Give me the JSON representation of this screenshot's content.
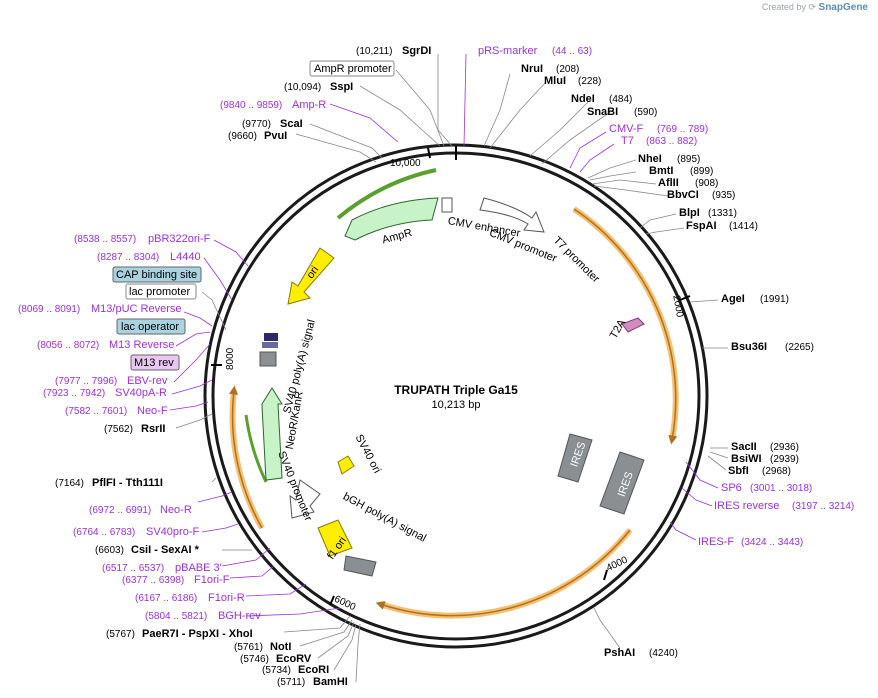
{
  "credit": {
    "prefix": "Created by",
    "brand": "SnapGene"
  },
  "plasmid": {
    "name": "TRUPATH Triple Ga15",
    "length_label": "10,213 bp"
  },
  "ticks": [
    "10,000",
    "2000",
    "4000",
    "6000",
    "8000"
  ],
  "enzymes_right": [
    {
      "name": "SgrDI",
      "pos": "(10,211)"
    },
    {
      "name": "SspI",
      "pos": "(10,094)"
    },
    {
      "name": "NruI",
      "pos": "(208)"
    },
    {
      "name": "MluI",
      "pos": "(228)"
    },
    {
      "name": "NdeI",
      "pos": "(484)"
    },
    {
      "name": "SnaBI",
      "pos": "(590)"
    },
    {
      "name": "NheI",
      "pos": "(895)"
    },
    {
      "name": "BmtI",
      "pos": "(899)"
    },
    {
      "name": "AflII",
      "pos": "(908)"
    },
    {
      "name": "BbvCI",
      "pos": "(935)"
    },
    {
      "name": "BlpI",
      "pos": "(1331)"
    },
    {
      "name": "FspAI",
      "pos": "(1414)"
    },
    {
      "name": "AgeI",
      "pos": "(1991)"
    },
    {
      "name": "Bsu36I",
      "pos": "(2265)"
    },
    {
      "name": "SacII",
      "pos": "(2936)"
    },
    {
      "name": "BsiWI",
      "pos": "(2939)"
    },
    {
      "name": "SbfI",
      "pos": "(2968)"
    },
    {
      "name": "PshAI",
      "pos": "(4240)"
    }
  ],
  "enzymes_left": [
    {
      "name": "ScaI",
      "pos": "(9770)"
    },
    {
      "name": "PvuI",
      "pos": "(9660)"
    },
    {
      "name": "RsrII",
      "pos": "(7562)"
    },
    {
      "name": "PflFI - Tth111I",
      "pos": "(7164)"
    },
    {
      "name": "CsiI - SexAI *",
      "pos": "(6603)"
    },
    {
      "name": "PaeR7I - PspXI - XhoI",
      "pos": "(5767)"
    },
    {
      "name": "NotI",
      "pos": "(5761)"
    },
    {
      "name": "EcoRV",
      "pos": "(5746)"
    },
    {
      "name": "EcoRI",
      "pos": "(5734)"
    },
    {
      "name": "BamHI",
      "pos": "(5711)"
    }
  ],
  "features": [
    {
      "name": "pRS-marker",
      "range": "(44 .. 63)"
    },
    {
      "name": "Amp-R",
      "range": "(9840 .. 9859)"
    },
    {
      "name": "CMV-F",
      "range": "(769 .. 789)"
    },
    {
      "name": "T7",
      "range": "(863 .. 882)"
    },
    {
      "name": "pBR322ori-F",
      "range": "(8538 .. 8557)"
    },
    {
      "name": "L4440",
      "range": "(8287 .. 8304)"
    },
    {
      "name": "M13/pUC Reverse",
      "range": "(8069 .. 8091)"
    },
    {
      "name": "M13 Reverse",
      "range": "(8056 .. 8072)"
    },
    {
      "name": "EBV-rev",
      "range": "(7977 .. 7996)"
    },
    {
      "name": "SV40pA-R",
      "range": "(7923 .. 7942)"
    },
    {
      "name": "Neo-F",
      "range": "(7582 .. 7601)"
    },
    {
      "name": "SP6",
      "range": "(3001 .. 3018)"
    },
    {
      "name": "IRES reverse",
      "range": "(3197 .. 3214)"
    },
    {
      "name": "IRES-F",
      "range": "(3424 .. 3443)"
    },
    {
      "name": "Neo-R",
      "range": "(6972 .. 6991)"
    },
    {
      "name": "SV40pro-F",
      "range": "(6764 .. 6783)"
    },
    {
      "name": "pBABE 3'",
      "range": "(6517 .. 6537)"
    },
    {
      "name": "F1ori-F",
      "range": "(6377 .. 6398)"
    },
    {
      "name": "F1ori-R",
      "range": "(6167 .. 6186)"
    },
    {
      "name": "BGH-rev",
      "range": "(5804 .. 5821)"
    }
  ],
  "boxed_features": [
    {
      "name": "AmpR promoter"
    },
    {
      "name": "CAP binding site"
    },
    {
      "name": "lac promoter"
    },
    {
      "name": "lac operator"
    },
    {
      "name": "M13 rev"
    }
  ],
  "map_features": [
    {
      "name": "AmpR"
    },
    {
      "name": "ori"
    },
    {
      "name": "CMV enhancer"
    },
    {
      "name": "CMV promoter"
    },
    {
      "name": "T7 promoter"
    },
    {
      "name": "T2A"
    },
    {
      "name": "IRES"
    },
    {
      "name": "IRES"
    },
    {
      "name": "SV40 poly(A) signal"
    },
    {
      "name": "NeoR/KanR"
    },
    {
      "name": "SV40 promoter"
    },
    {
      "name": "SV40 ori"
    },
    {
      "name": "f1 ori"
    },
    {
      "name": "bGH poly(A) signal"
    }
  ],
  "colors": {
    "backbone": "#1a1a1a",
    "ampr": "#c8f2c8",
    "ori": "#ffee00",
    "cds_arc": "#f0a830",
    "primer": "#9b30d9",
    "operator_box": "#a9d3e0",
    "m13_box": "#e8c8f0",
    "grey_feature": "#8a8f94",
    "t2a": "#d48ac0"
  }
}
